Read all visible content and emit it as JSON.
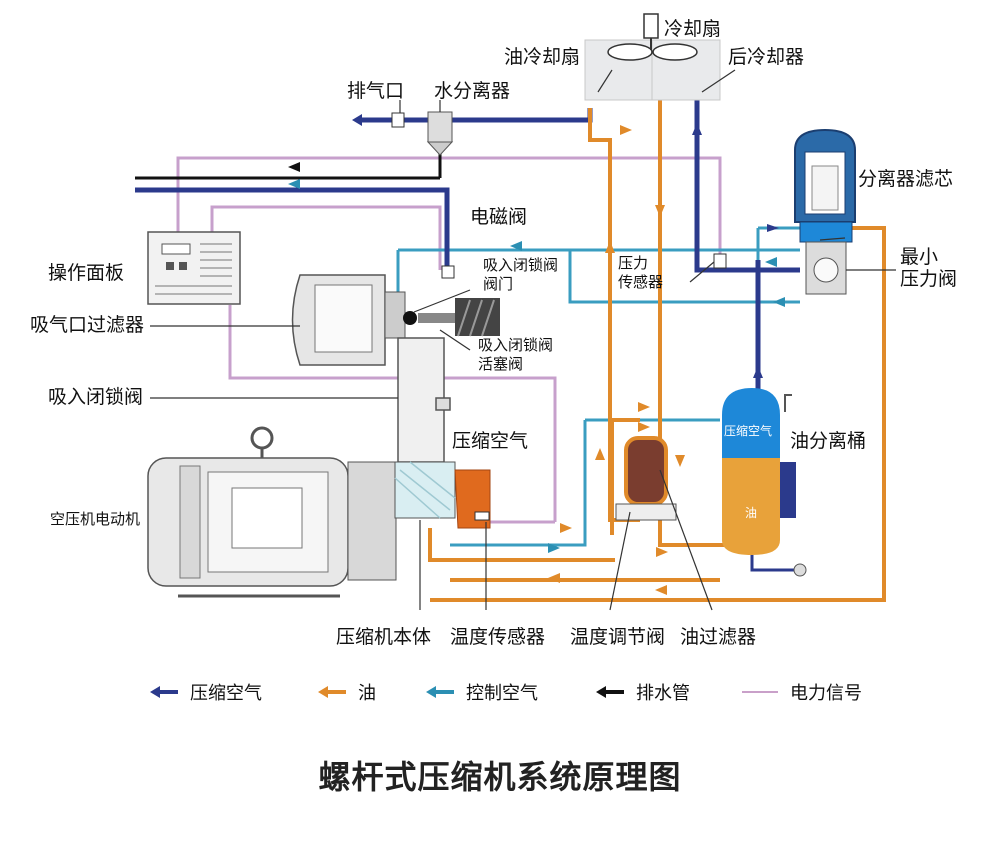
{
  "title": "螺杆式压缩机系统原理图",
  "labels": {
    "cooling_fan": "冷却扇",
    "oil_cooling_fan": "油冷却扇",
    "after_cooler": "后冷却器",
    "exhaust_port": "排气口",
    "water_separator": "水分离器",
    "separator_element": "分离器滤芯",
    "solenoid_valve": "电磁阀",
    "operation_panel": "操作面板",
    "intake_lock_valve_gate": "吸入闭锁阀\n阀门",
    "pressure_sensor": "压力\n传感器",
    "min_pressure_valve": "最小\n压力阀",
    "intake_filter": "吸气口过滤器",
    "intake_lock_valve_piston": "吸入闭锁阀\n活塞阀",
    "intake_lock_valve": "吸入闭锁阀",
    "compressed_air": "压缩空气",
    "oil_separator_tank": "油分离桶",
    "tank_air": "压缩空气",
    "tank_oil": "油",
    "motor": "空压机电动机",
    "compressor_body": "压缩机本体",
    "temp_sensor": "温度传感器",
    "temp_valve": "温度调节阀",
    "oil_filter": "油过滤器"
  },
  "legend": [
    {
      "label": "压缩空气",
      "color": "#2b3a8c",
      "kind": "arrow"
    },
    {
      "label": "油",
      "color": "#e08a2a",
      "kind": "arrow"
    },
    {
      "label": "控制空气",
      "color": "#2b8fb3",
      "kind": "arrow"
    },
    {
      "label": "排水管",
      "color": "#111111",
      "kind": "arrow"
    },
    {
      "label": "电力信号",
      "color": "#c9a0c9",
      "kind": "line"
    }
  ],
  "colors": {
    "compressed_air": "#2b3a8c",
    "oil": "#e08a2a",
    "control_air": "#2b8fb3",
    "drain": "#111111",
    "signal": "#c9a0c9",
    "tank_top": "#1e88d8",
    "tank_bottom": "#e8a23a"
  }
}
